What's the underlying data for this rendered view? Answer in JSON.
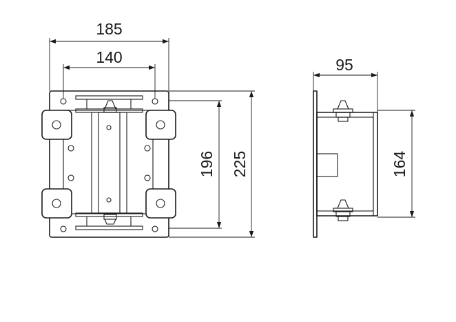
{
  "dimensions": {
    "front_width_outer": "185",
    "front_width_holes": "140",
    "front_height_inner": "196",
    "front_height_outer": "225",
    "side_depth": "95",
    "side_height": "164"
  }
}
